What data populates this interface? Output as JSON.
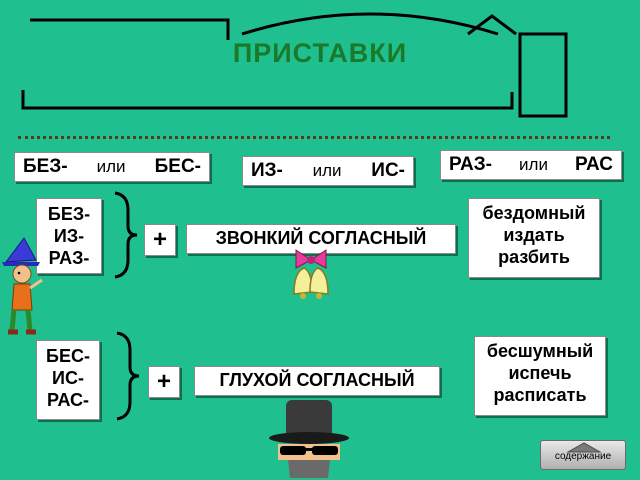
{
  "title": "ПРИСТАВКИ",
  "pairs": [
    {
      "a": "БЕЗ-",
      "ili": "или",
      "b": "БЕС-"
    },
    {
      "a": "ИЗ-",
      "ili": "или",
      "b": "ИС-"
    },
    {
      "a": "РАЗ-",
      "ili": "или",
      "b": "РАС"
    }
  ],
  "voiced": {
    "prefixes": [
      "БЕЗ-",
      "ИЗ-",
      "РАЗ-"
    ],
    "plus": "+",
    "label": "ЗВОНКИЙ СОГЛАСНЫЙ",
    "examples": [
      "бездомный",
      "издать",
      "разбить"
    ]
  },
  "voiceless": {
    "prefixes": [
      "БЕС-",
      "ИС-",
      "РАС-"
    ],
    "plus": "+",
    "label": "ГЛУХОЙ СОГЛАСНЫЙ",
    "examples": [
      "бесшумный",
      "испечь",
      "расписать"
    ]
  },
  "nav": {
    "label": "содержание"
  },
  "colors": {
    "background": "#1fbf8f",
    "title": "#1a7a2a"
  }
}
